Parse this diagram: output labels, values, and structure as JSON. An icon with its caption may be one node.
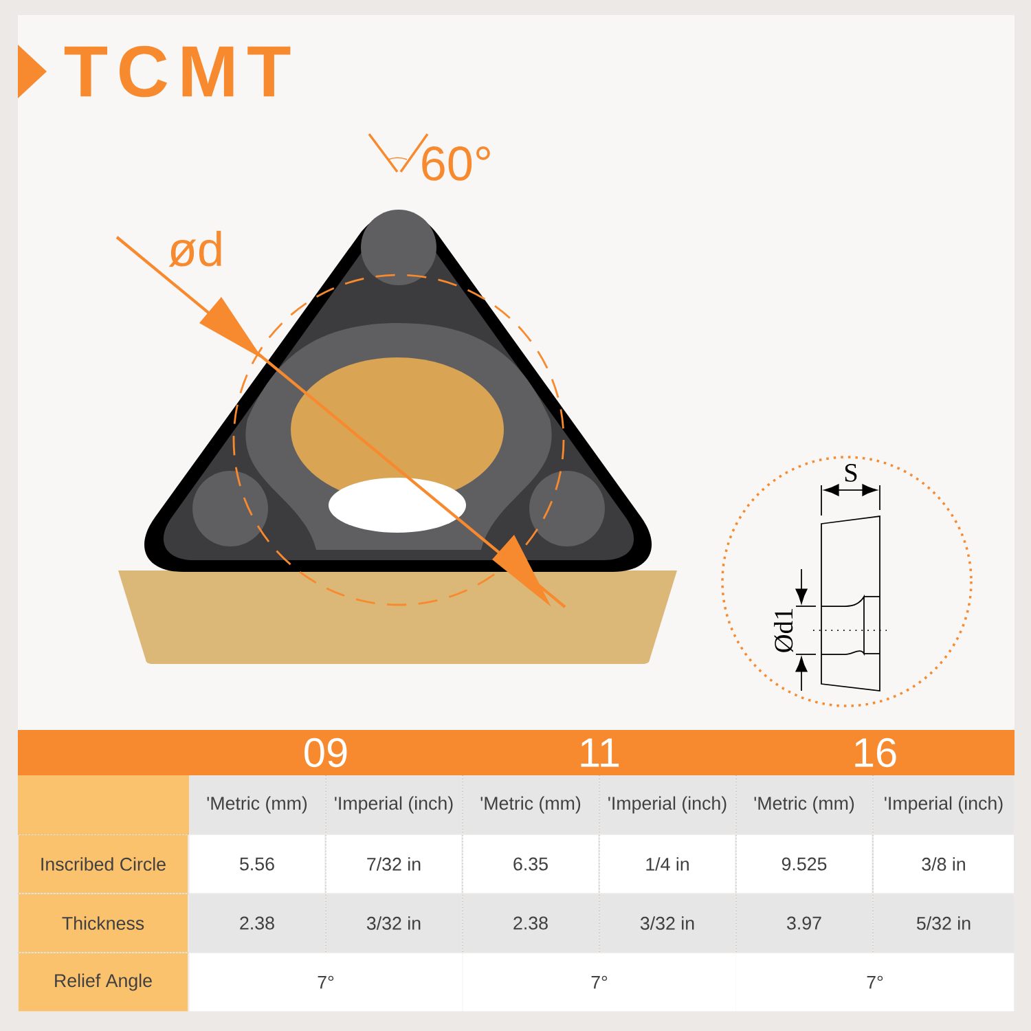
{
  "diagram": {
    "title": "TCMT",
    "labels": [
      "60°",
      "ød",
      "S",
      "Ød1",
      "09",
      "11",
      "16",
      "'Metric (mm)",
      "'Imperial (inch)",
      "'Metric (mm)",
      "'Imperial (inch)",
      "'Metric (mm)",
      "'Imperial (inch)",
      "Inscribed Circle",
      "5.56",
      "7/32 in",
      "6.35",
      "1/4 in",
      "9.525",
      "3/8 in",
      "Thickness",
      "2.38",
      "3/32 in",
      "2.38",
      "3/32 in",
      "3.97",
      "5/32 in",
      "Relief Angle",
      "7°",
      "7°",
      "7°"
    ]
  }
}
